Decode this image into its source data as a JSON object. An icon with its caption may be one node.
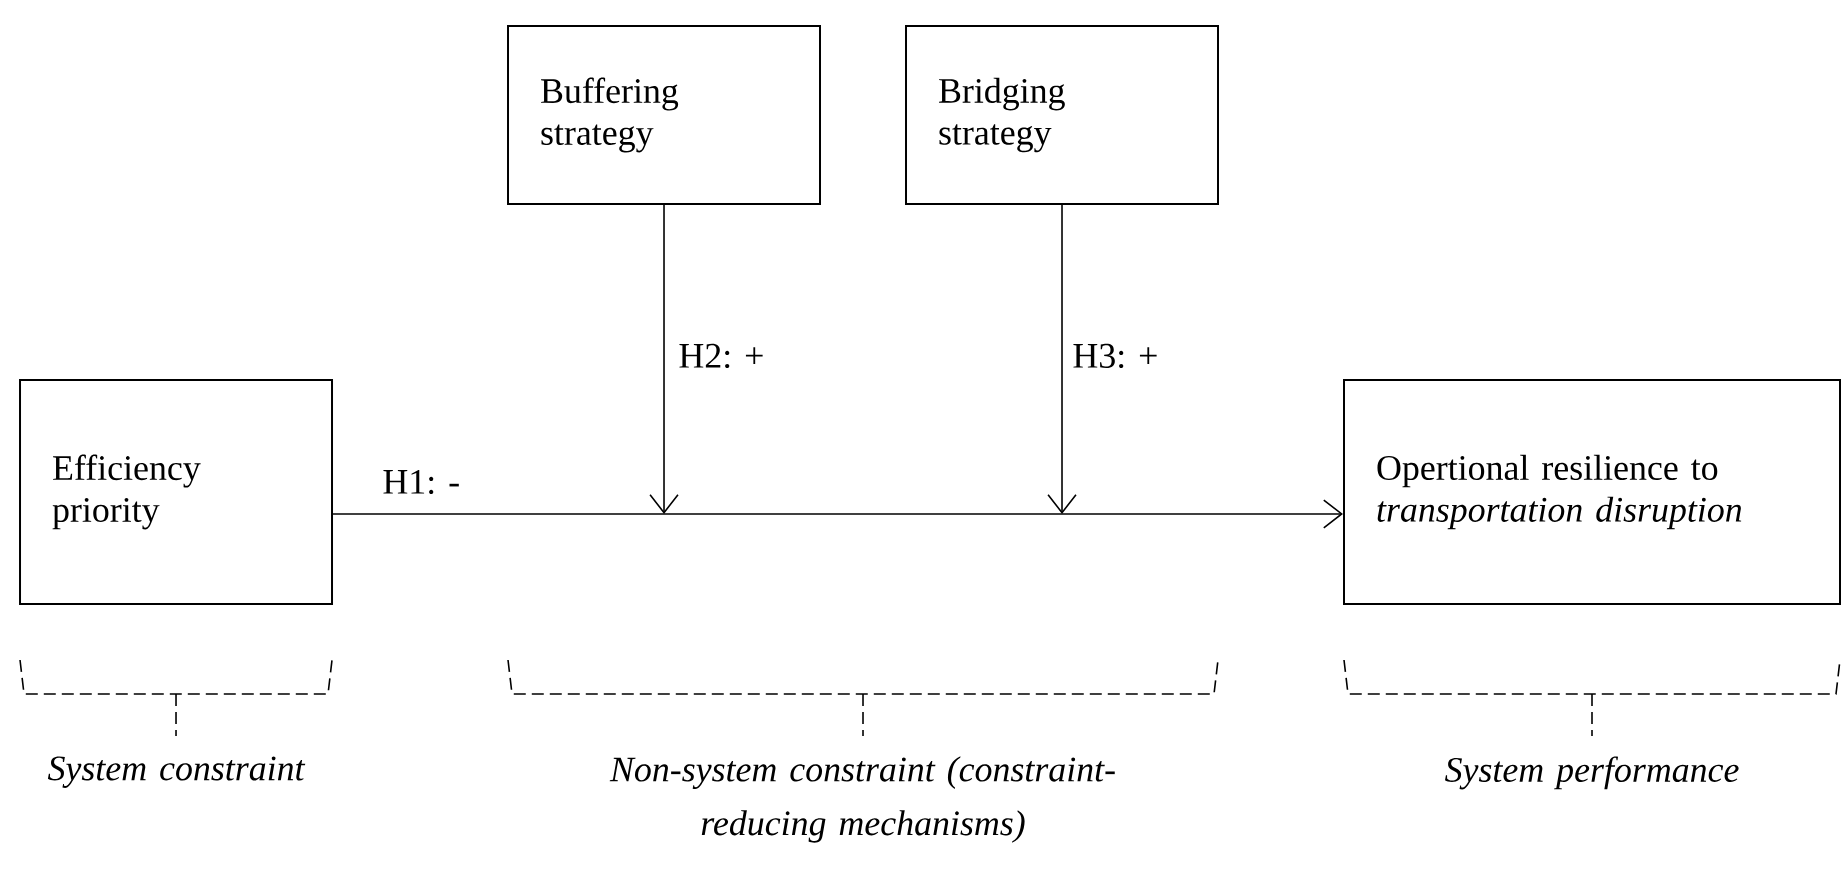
{
  "diagram": {
    "nodes": [
      {
        "text": [
          "Efficiency priority"
        ]
      },
      {
        "text": [
          "Buffering strategy"
        ]
      },
      {
        "text": [
          "Bridging strategy"
        ]
      },
      {
        "text": [
          "Opertional resilience to *transportation disruption*"
        ]
      }
    ],
    "edges": [
      {
        "from": 0,
        "to": 3,
        "arrow": "to",
        "label": "H1: -"
      },
      {
        "from": 1,
        "to": null,
        "arrow": "to",
        "label": "H2: +"
      },
      {
        "from": 2,
        "to": null,
        "arrow": "to",
        "label": "H3: +"
      }
    ],
    "labels": [
      "System constraint",
      "Non-system constraint (constraint-reducing mechanisms)",
      "System performance"
    ]
  }
}
